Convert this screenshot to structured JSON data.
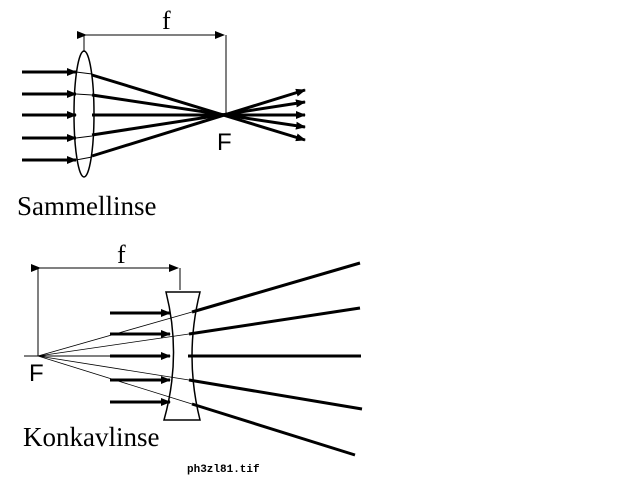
{
  "convex": {
    "title": "Sammellinse",
    "focal_label": "f",
    "focus_label": "F"
  },
  "concave": {
    "title": "Konkavlinse",
    "focal_label": "f",
    "focus_label": "F"
  },
  "filename": "ph3zl81.tif"
}
